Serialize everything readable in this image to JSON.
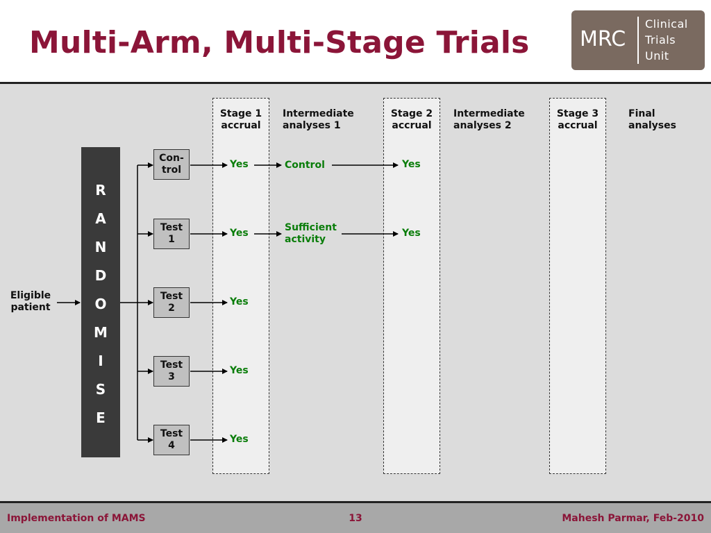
{
  "slide": {
    "title": "Multi-Arm, Multi-Stage Trials"
  },
  "logo": {
    "abbr": "MRC",
    "lines": [
      "Clinical",
      "Trials",
      "Unit"
    ]
  },
  "headers": {
    "stage1": "Stage 1 accrual",
    "intermediate1": "Intermediate analyses 1",
    "stage2": "Stage 2 accrual",
    "intermediate2": "Intermediate analyses 2",
    "stage3": "Stage 3 accrual",
    "final": "Final analyses"
  },
  "randomise_letters": [
    "R",
    "A",
    "N",
    "D",
    "O",
    "M",
    "I",
    "S",
    "E"
  ],
  "eligible": "Eligible patient",
  "arms": [
    {
      "label": "Con-trol",
      "stage1": "Yes",
      "intermediate1": "Control",
      "stage2": "Yes"
    },
    {
      "label": "Test 1",
      "stage1": "Yes",
      "intermediate1": "Sufficient activity",
      "stage2": "Yes"
    },
    {
      "label": "Test 2",
      "stage1": "Yes"
    },
    {
      "label": "Test 3",
      "stage1": "Yes"
    },
    {
      "label": "Test 4",
      "stage1": "Yes"
    }
  ],
  "footer": {
    "left": "Implementation of MAMS",
    "page": "13",
    "right": "Mahesh Parmar, Feb-2010"
  },
  "colors": {
    "title": "#8b1538",
    "logo_bg": "#7a6a60",
    "accent_green": "#0a7d0a",
    "randomise_bg": "#3a3a3a",
    "arm_box": "#c0c0c0"
  }
}
